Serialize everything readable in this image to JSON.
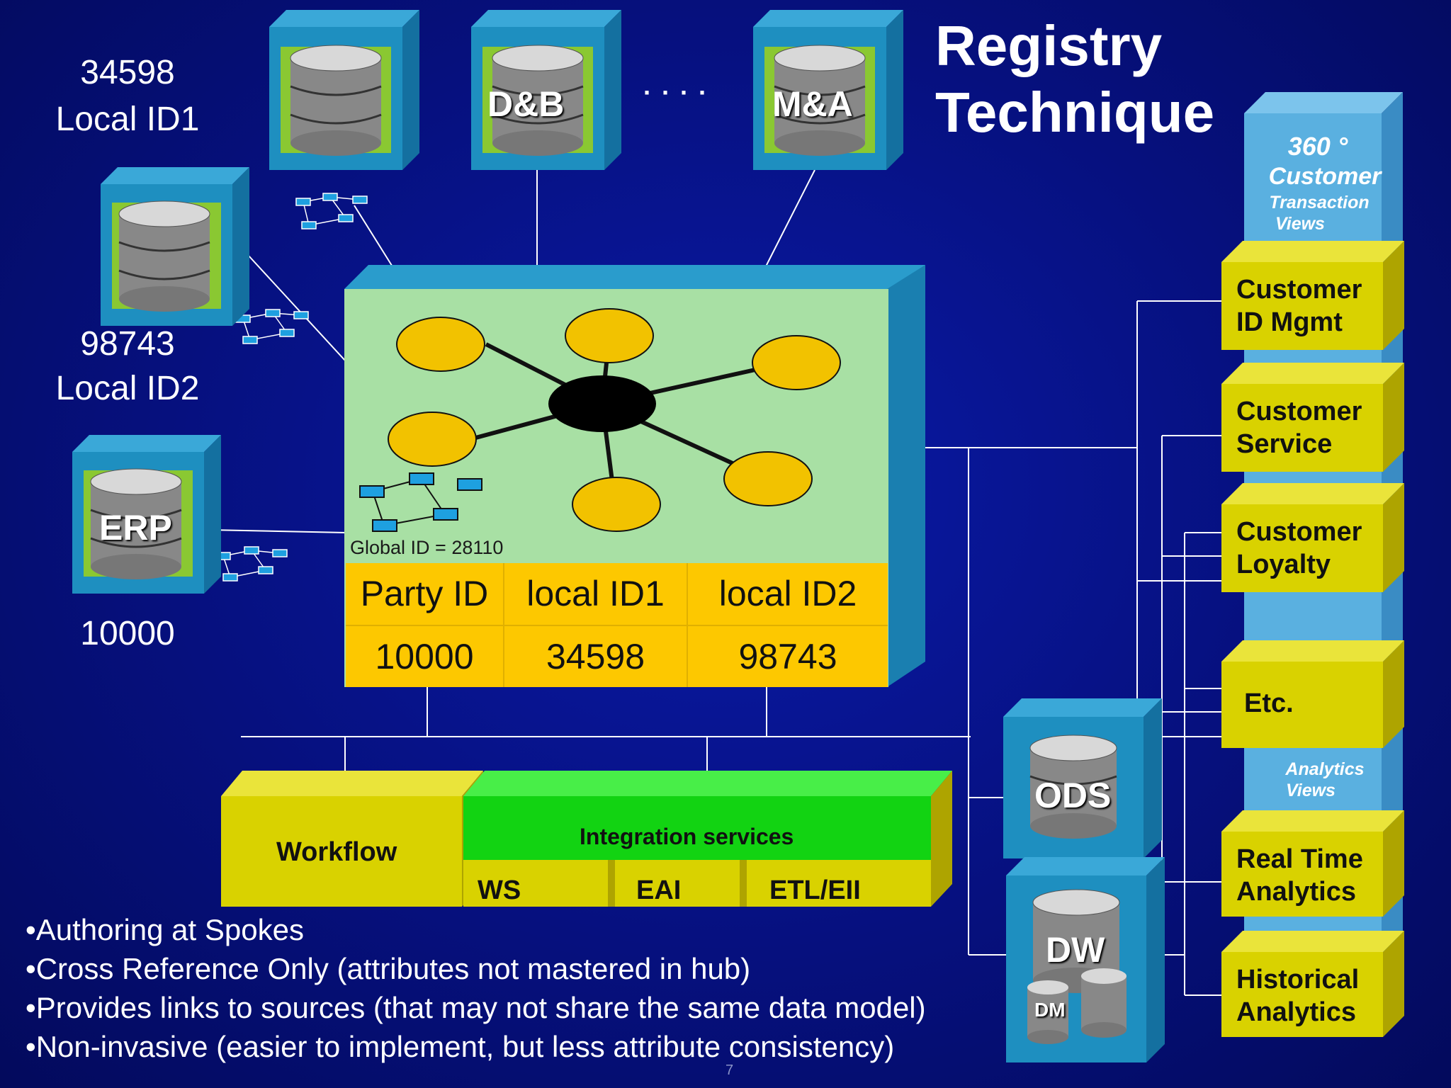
{
  "title": "Registry\nTechnique",
  "sources": {
    "top_left_id": "34598",
    "top_left_label": "Local ID1",
    "mid_left_id": "98743",
    "mid_left_label": "Local ID2",
    "erp_label": "ERP",
    "erp_id": "10000",
    "db_dnb": "D&B",
    "db_ellipsis": "· · · ·",
    "db_mna": "M&A"
  },
  "hub": {
    "global_id": "Global ID = 28110",
    "table_headers": [
      "Party ID",
      "local ID1",
      "local ID2"
    ],
    "table_values": [
      "10000",
      "34598",
      "98743"
    ]
  },
  "services": {
    "workflow": "Workflow",
    "integration": "Integration services",
    "ws": "WS",
    "eai": "EAI",
    "etl": "ETL/EII"
  },
  "stores": {
    "ods": "ODS",
    "dw": "DW",
    "dm": "DM"
  },
  "views": {
    "transaction_title_1": "360 °",
    "transaction_title_2": "Customer",
    "transaction_title_3": "Transaction",
    "transaction_title_4": "Views",
    "analytics_title_1": "Analytics",
    "analytics_title_2": "Views",
    "apps": [
      "Customer\nID Mgmt",
      "Customer\nService",
      "Customer\nLoyalty",
      "Etc.",
      "Real Time\nAnalytics",
      "Historical\nAnalytics"
    ]
  },
  "bullets": [
    "•Authoring at Spokes",
    "•Cross Reference Only (attributes not mastered in hub)",
    "•Provides links to sources (that may not share the same data model)",
    "•Non-invasive (easier to implement, but less attribute consistency)"
  ],
  "page_number": "7",
  "colors": {
    "background": "#06107e",
    "cube_blue": "#1e8fc0",
    "hub_green": "#a8e0a4",
    "table_yellow": "#fdc800",
    "olive_yellow": "#d9d200",
    "bright_green": "#12d312",
    "views_panel": "#5ab0e0"
  }
}
